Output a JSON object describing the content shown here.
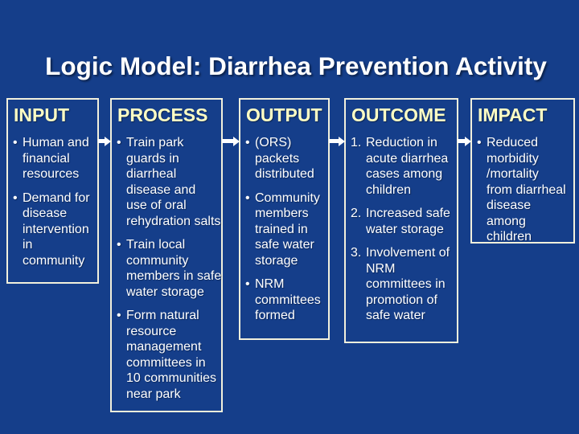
{
  "slide": {
    "title": "Logic Model: Diarrhea Prevention Activity",
    "colors": {
      "bg": "#153E8A",
      "header": "#FFFFC4",
      "border": "#F2F0DC",
      "text": "#FFFFFF",
      "title": "#FFFFFF",
      "arrow": "#FFFFFF"
    }
  },
  "columns": [
    {
      "header": "INPUT",
      "list_style": "bullet",
      "items": [
        {
          "marker": "•",
          "text": "Human and\nfinancial\nresources"
        },
        {
          "marker": "•",
          "text": "Demand for\ndisease\nintervention\nin\ncommunity"
        }
      ]
    },
    {
      "header": "PROCESS",
      "list_style": "bullet",
      "items": [
        {
          "marker": "•",
          "text": "Train park\nguards in\ndiarrheal\ndisease and\nuse of oral\nrehydration salts"
        },
        {
          "marker": "•",
          "text": "Train local\ncommunity\nmembers in safe\nwater storage"
        },
        {
          "marker": "•",
          "text": "Form natural\nresource\nmanagement\ncommittees in\n10 communities\nnear park"
        }
      ]
    },
    {
      "header": "OUTPUT",
      "list_style": "bullet",
      "items": [
        {
          "marker": "•",
          "text": "(ORS)\npackets\ndistributed"
        },
        {
          "marker": "•",
          "text": "Community\nmembers\ntrained in\nsafe water\nstorage"
        },
        {
          "marker": "•",
          "text": "NRM\ncommittees\nformed"
        }
      ]
    },
    {
      "header": "OUTCOME",
      "list_style": "numbered",
      "items": [
        {
          "marker": "1.",
          "text": "Reduction in\nacute diarrhea\ncases among\nchildren"
        },
        {
          "marker": "2.",
          "text": "Increased safe\nwater storage"
        },
        {
          "marker": "3.",
          "text": "Involvement of\nNRM\ncommittees in\npromotion of\nsafe water"
        }
      ]
    },
    {
      "header": "IMPACT",
      "list_style": "bullet",
      "items": [
        {
          "marker": "•",
          "text": "Reduced\nmorbidity\n/mortality\nfrom diarrheal\ndisease\namong\nchildren"
        }
      ]
    }
  ],
  "arrows": [
    {
      "from": "INPUT",
      "to": "PROCESS"
    },
    {
      "from": "PROCESS",
      "to": "OUTPUT"
    },
    {
      "from": "OUTPUT",
      "to": "OUTCOME"
    },
    {
      "from": "OUTCOME",
      "to": "IMPACT"
    }
  ]
}
